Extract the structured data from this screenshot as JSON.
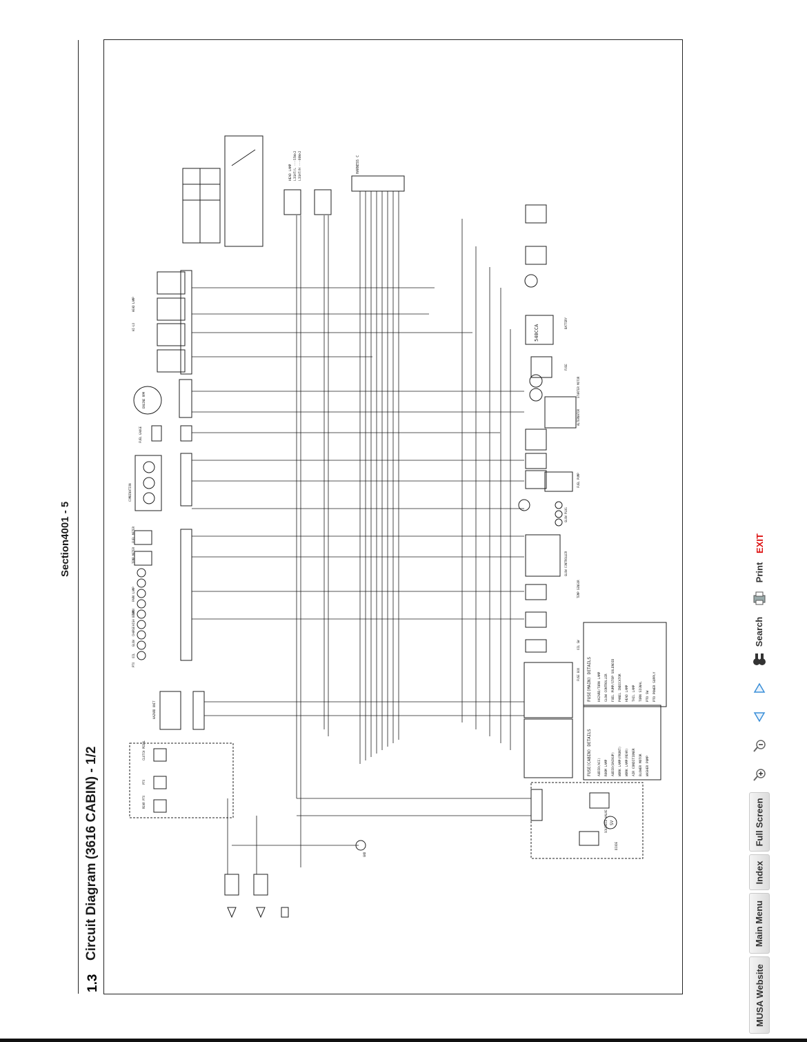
{
  "header": {
    "section_number": "1.3",
    "section_title": "Circuit Diagram (3616 CABIN) - 1/2",
    "page_id": "Section4001 - 5"
  },
  "diagram": {
    "harness_label": "HARNESS C",
    "head_lamp_spec": [
      "HEAD LAMP",
      "LIGHT/L ---55W×2",
      "LIGHT/H ---60W×2"
    ],
    "battery_label": "540CCA",
    "left_labels": [
      "HEAD LAMP",
      "HI-LO",
      "PTO",
      "OIL",
      "GLOW",
      "CHARGE",
      "HIGH BEAM",
      "TURN",
      "PARK LAMP",
      "TEMP METER",
      "FUEL METER",
      "COMBINATION",
      "FUEL GAUGE",
      "ENGINE RPM",
      "HAZARD UNIT",
      "CLUTCH PEDAL",
      "PTO",
      "REAR PTO"
    ],
    "right_labels": [
      "ALTERNATOR",
      "STARTER MOTOR",
      "FUSE",
      "BATTERY",
      "GLOW PLUG",
      "GLOW CONTROLLER",
      "TEMP SENSOR",
      "FUEL PUMP",
      "OIL SW",
      "FUSE BOX",
      "SOLENOID VALVE",
      "DIODE"
    ],
    "fuse_main_title": "FUSE(MAIN) DETAILS",
    "fuse_main_rows": [
      "HAZARD/TURN LAMP",
      "GLOW CONTROLLER",
      "FUEL PUMP/STOP SOLENOID",
      "PANEL INDICATOR",
      "HEAD LAMP",
      "TAIL LAMP",
      "TURN SIGNAL",
      "PTO SW",
      "PTO POWER SUPPLY"
    ],
    "fuse_cabin_title": "FUSE(CABIN) DETAILS",
    "fuse_cabin_rows": [
      "AUDIO(ACC)",
      "ROOM LAMP",
      "AUDIO(BACKUP)",
      "WORK LAMP(FRONT)",
      "WORK LAMP(REAR)",
      "AIR CONDITIONER",
      "BLOWER MOTOR",
      "WASHER PUMP"
    ],
    "ground_label": "GND",
    "sv_label": "SV"
  },
  "toolbar": {
    "musa_website": "MUSA Website",
    "main_menu": "Main Menu",
    "index": "Index",
    "full_screen": "Full Screen",
    "search": "Search",
    "print": "Print",
    "exit": "EXIT"
  },
  "colors": {
    "line": "#1c1c1c",
    "exit": "#d11111",
    "arrow": "#3a8fd8"
  }
}
